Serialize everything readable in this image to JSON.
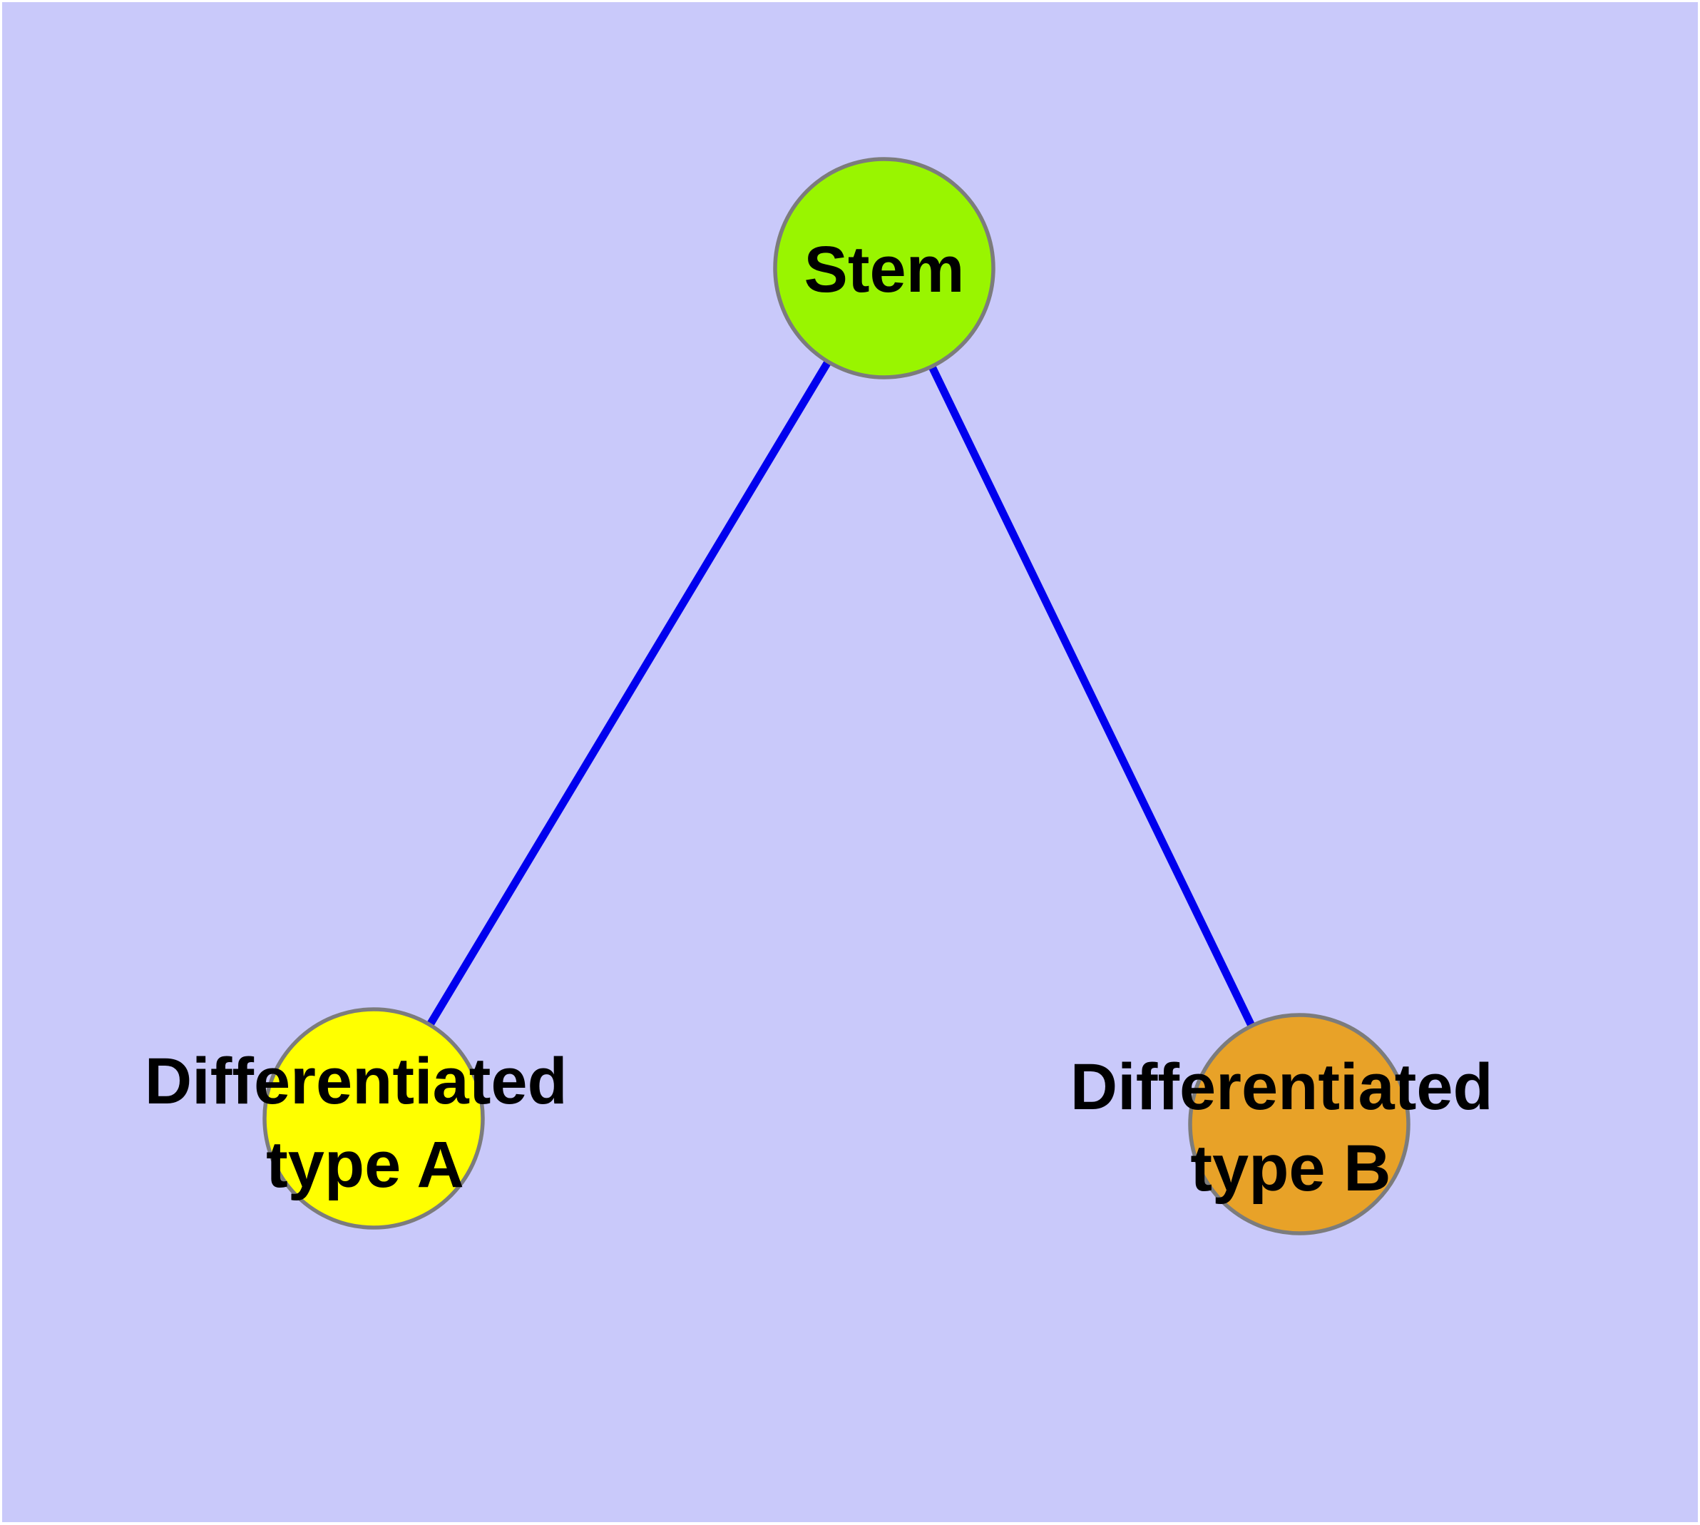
{
  "colors": {
    "background": "#C9C9FA",
    "page_edge": "#FFFFFF",
    "node_border": "#7C7C7C",
    "edge_line": "#0000EE",
    "label_text": "#000000",
    "stem_fill": "#99F500",
    "type_a_fill": "#FFFF00",
    "type_b_fill": "#E8A228"
  },
  "nodes": {
    "stem": {
      "label": "Stem"
    },
    "type_a": {
      "label_line1": "Differentiated",
      "label_line2": "type A"
    },
    "type_b": {
      "label_line1": "Differentiated",
      "label_line2": "type B"
    }
  },
  "edges": [
    {
      "from": "Stem",
      "to": "Differentiated type A"
    },
    {
      "from": "Stem",
      "to": "Differentiated type B"
    }
  ]
}
